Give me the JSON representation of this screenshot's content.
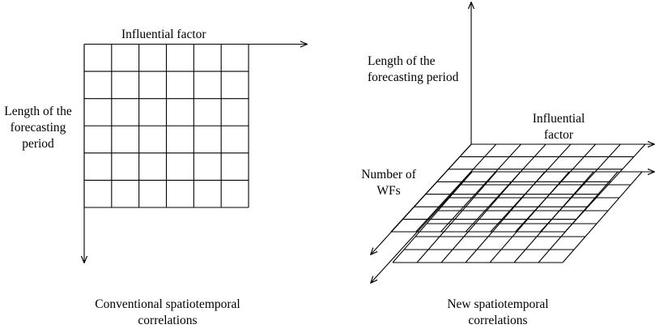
{
  "left_panel": {
    "x_axis_label": "Influential factor",
    "y_axis_label_lines": [
      "Length of the",
      "forecasting",
      "period"
    ],
    "caption_lines": [
      "Conventional spatiotemporal",
      "correlations"
    ],
    "grid": {
      "columns": 6,
      "rows": 6
    }
  },
  "right_panel": {
    "vertical_axis_label_lines": [
      "Length of the",
      "forecasting period"
    ],
    "influential_factor_label_lines": [
      "Influential",
      "factor"
    ],
    "wf_axis_label_lines": [
      "Number of",
      "WFs"
    ],
    "caption_lines": [
      "New spatiotemporal",
      "correlations"
    ],
    "layers": 2,
    "grid": {
      "columns": 7,
      "rows": 7
    }
  },
  "colors": {
    "line": "#000000",
    "background": "#ffffff"
  }
}
